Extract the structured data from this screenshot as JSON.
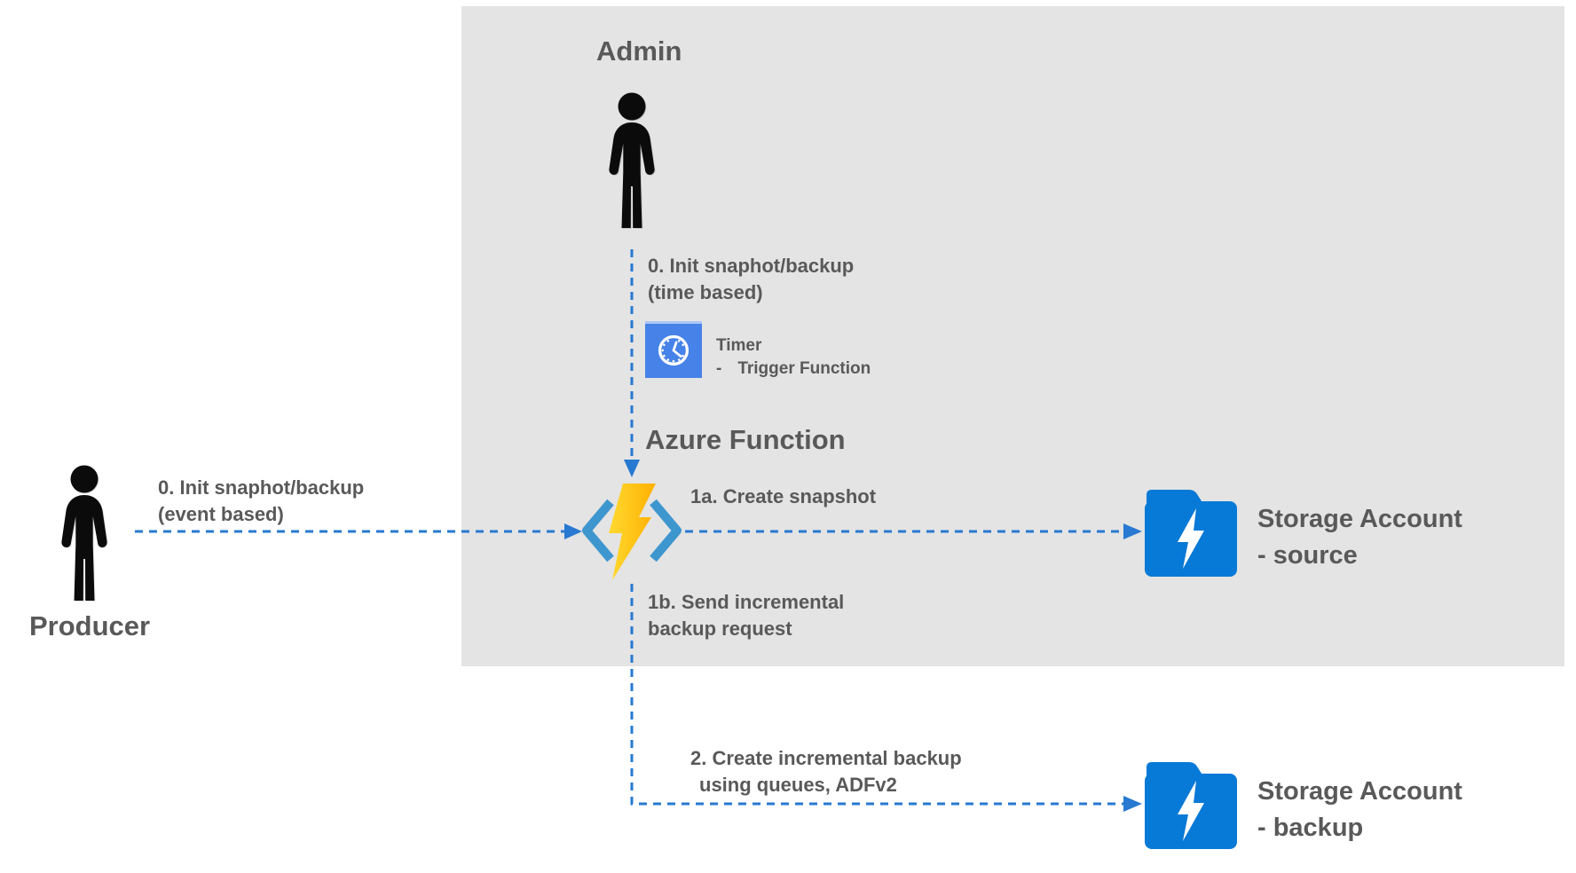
{
  "colors": {
    "arrow_blue": "#2779D1",
    "panel_gray": "#E4E4E4",
    "text_gray": "#595959",
    "storage_blue": "#0779D6",
    "timer_blue": "#4682E8",
    "bolt_yellow_light": "#FFD931",
    "bolt_yellow_dark": "#FFB000",
    "bracket_blue": "#3E96CF",
    "icon_black": "#0B0B0B",
    "clock_white": "#FFFFFF"
  },
  "actors": {
    "admin": {
      "label": "Admin"
    },
    "producer": {
      "label": "Producer"
    }
  },
  "function_node": {
    "title": "Azure Function"
  },
  "timer": {
    "name": "Timer",
    "bullet": "-",
    "sub": "Trigger Function"
  },
  "storage_source": {
    "line1": "Storage Account",
    "line2": "- source"
  },
  "storage_backup": {
    "line1": "Storage Account",
    "line2": "- backup"
  },
  "steps": {
    "init_time": {
      "line1": "0. Init snaphot/backup",
      "line2": "(time based)"
    },
    "init_event": {
      "line1": "0. Init snaphot/backup",
      "line2": "(event based)"
    },
    "create_snapshot": {
      "text": "1a. Create snapshot"
    },
    "send_incremental": {
      "line1": "1b. Send incremental",
      "line2": "backup request"
    },
    "create_incremental": {
      "line1": "2. Create incremental backup",
      "line2": "using queues, ADFv2"
    }
  }
}
